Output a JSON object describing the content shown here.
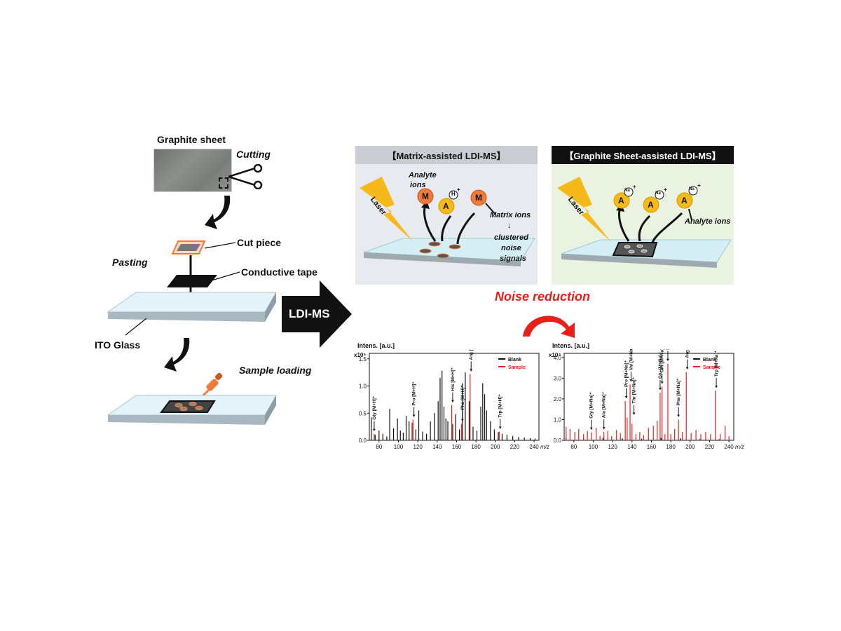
{
  "left": {
    "graphite_sheet": "Graphite sheet",
    "cutting": "Cutting",
    "cut_piece": "Cut piece",
    "pasting": "Pasting",
    "conductive_tape": "Conductive tape",
    "ito_glass": "ITO Glass",
    "sample_loading": "Sample loading"
  },
  "center": {
    "ldims": "LDI-MS",
    "noise_reduction": "Noise reduction"
  },
  "matrix_panel": {
    "title": "【Matrix-assisted LDI-MS】",
    "laser": "Laser",
    "analyte": "Analyte",
    "ions": "ions",
    "matrix_ions": "Matrix ions",
    "arrow": "↓",
    "clustered": "clustered",
    "noise": "noise",
    "signals": "signals",
    "m": "M",
    "a": "A",
    "h": "H",
    "plus": "+"
  },
  "graphite_panel": {
    "title": "【Graphite Sheet-assisted LDI-MS】",
    "laser": "Laser",
    "analyte_ions": "Analyte ions",
    "a": "A",
    "na": "Na",
    "plus": "+"
  },
  "colors": {
    "orange": "#ee7a3b",
    "yellow": "#f6b91a",
    "red": "#e8201a",
    "matrix_bg": "#e7ebf0",
    "graphite_bg": "#eaf2e2"
  },
  "chart_data": [
    {
      "type": "line",
      "title": "",
      "ylabel": "Intens. [a.u.]",
      "xlabel": "m/z",
      "exponent": "x10⁵",
      "xlim": [
        70,
        245
      ],
      "ylim": [
        0,
        1.6
      ],
      "xticks": [
        80,
        100,
        120,
        140,
        160,
        180,
        200,
        220,
        240
      ],
      "xtick_labels": [
        "80",
        "100",
        "120",
        "140",
        "160",
        "180",
        "200",
        "220",
        "240"
      ],
      "yticks": [
        0.0,
        0.5,
        1.0,
        1.5
      ],
      "ytick_labels": [
        "0.0",
        "0.5",
        "1.0",
        "1.5"
      ],
      "legend": [
        "Blank",
        "Sample"
      ],
      "series": [
        {
          "name": "Blank",
          "color": "#111111",
          "x": [
            72,
            76,
            80,
            84,
            88,
            91,
            95,
            99,
            102,
            105,
            108,
            111,
            115,
            118,
            121,
            125,
            129,
            133,
            137,
            141,
            143,
            145,
            147,
            149,
            151,
            156,
            159,
            163,
            166,
            169,
            173,
            177,
            181,
            185,
            187,
            189,
            191,
            195,
            199,
            203,
            207,
            212,
            218,
            224,
            230,
            236,
            241
          ],
          "y": [
            0.42,
            0.1,
            0.18,
            0.12,
            0.07,
            0.58,
            0.22,
            0.4,
            0.18,
            0.14,
            0.45,
            0.35,
            0.32,
            0.2,
            0.55,
            0.16,
            0.12,
            0.35,
            0.5,
            0.72,
            1.15,
            1.28,
            0.62,
            0.4,
            0.35,
            0.3,
            0.48,
            0.2,
            1.05,
            1.25,
            0.72,
            0.25,
            0.18,
            0.62,
            1.05,
            0.85,
            0.55,
            0.35,
            0.2,
            0.15,
            0.12,
            0.1,
            0.08,
            0.06,
            0.05,
            0.04,
            0.03
          ]
        },
        {
          "name": "Sample",
          "color": "#e8201a",
          "x": [
            75,
            114,
            115,
            155,
            165,
            174,
            204
          ],
          "y": [
            0.12,
            0.32,
            0.38,
            0.65,
            0.3,
            1.22,
            0.16
          ]
        }
      ],
      "annotations": [
        {
          "label": "Gly [M+H]⁺",
          "x": 75,
          "y": 0.12
        },
        {
          "label": "Pro [M+H]⁺",
          "x": 116,
          "y": 0.38
        },
        {
          "label": "His [M+H]⁺",
          "x": 156,
          "y": 0.65
        },
        {
          "label": "Phe [M+H]⁺",
          "x": 166,
          "y": 0.3
        },
        {
          "label": "Arg [M+H]⁺",
          "x": 175,
          "y": 1.22
        },
        {
          "label": "Trp [M+H]⁺",
          "x": 205,
          "y": 0.16
        }
      ]
    },
    {
      "type": "line",
      "title": "",
      "ylabel": "Intens. [a.u.]",
      "xlabel": "m/z",
      "exponent": "x10⁴",
      "xlim": [
        70,
        245
      ],
      "ylim": [
        0,
        4.2
      ],
      "xticks": [
        80,
        100,
        120,
        140,
        160,
        180,
        200,
        220,
        240
      ],
      "xtick_labels": [
        "80",
        "100",
        "120",
        "140",
        "160",
        "180",
        "200",
        "220",
        "240"
      ],
      "yticks": [
        0.0,
        1.0,
        2.0,
        3.0,
        4.0
      ],
      "ytick_labels": [
        "0.0",
        "1.0",
        "2.0",
        "3.0",
        "4.0"
      ],
      "legend": [
        "Blank",
        "Sample"
      ],
      "series": [
        {
          "name": "Blank",
          "color": "#111111",
          "x": [
            72,
            90,
            110,
            130,
            150,
            170,
            190,
            210,
            230
          ],
          "y": [
            0.15,
            0.1,
            0.12,
            0.1,
            0.08,
            0.12,
            0.1,
            0.06,
            0.05
          ]
        },
        {
          "name": "Sample",
          "color": "#e8201a",
          "x": [
            72,
            76,
            81,
            85,
            90,
            94,
            98,
            103,
            107,
            111,
            115,
            119,
            124,
            128,
            133,
            135,
            138,
            140,
            144,
            148,
            152,
            157,
            162,
            166,
            169,
            171,
            174,
            177,
            180,
            184,
            188,
            192,
            196,
            201,
            206,
            211,
            216,
            221,
            226,
            231,
            236,
            240
          ],
          "y": [
            0.65,
            0.55,
            0.4,
            0.55,
            0.3,
            0.45,
            0.38,
            0.6,
            0.22,
            0.4,
            0.45,
            0.2,
            0.5,
            0.35,
            1.9,
            1.1,
            2.7,
            0.8,
            0.3,
            0.4,
            0.25,
            0.6,
            0.7,
            0.95,
            2.3,
            2.6,
            0.3,
            3.7,
            0.3,
            0.55,
            1.0,
            0.4,
            3.3,
            0.35,
            0.5,
            0.3,
            0.4,
            0.3,
            2.4,
            0.3,
            0.7,
            0.2
          ]
        }
      ],
      "annotations": [
        {
          "label": "Gly [M+Na]⁺",
          "x": 98,
          "y": 0.38
        },
        {
          "label": "Ala [M+Na]⁺",
          "x": 111,
          "y": 0.4
        },
        {
          "label": "Pro [M+Na]⁺",
          "x": 134,
          "y": 1.9
        },
        {
          "label": "Val [M+Na]⁺",
          "x": 139,
          "y": 2.7
        },
        {
          "label": "Thr [M+Na]⁺",
          "x": 142,
          "y": 1.1
        },
        {
          "label": "Gln [M+Na]⁺",
          "x": 171,
          "y": 2.6
        },
        {
          "label": "Glu [M+Na]⁺",
          "x": 169,
          "y": 2.3
        },
        {
          "label": "His [M+Na]⁺",
          "x": 177,
          "y": 3.7
        },
        {
          "label": "Phe [M+Na]⁺",
          "x": 188,
          "y": 1.0
        },
        {
          "label": "Arg [M+Na]⁺",
          "x": 197,
          "y": 3.3
        },
        {
          "label": "Trp [M+Na]⁺",
          "x": 227,
          "y": 2.4
        }
      ]
    }
  ]
}
